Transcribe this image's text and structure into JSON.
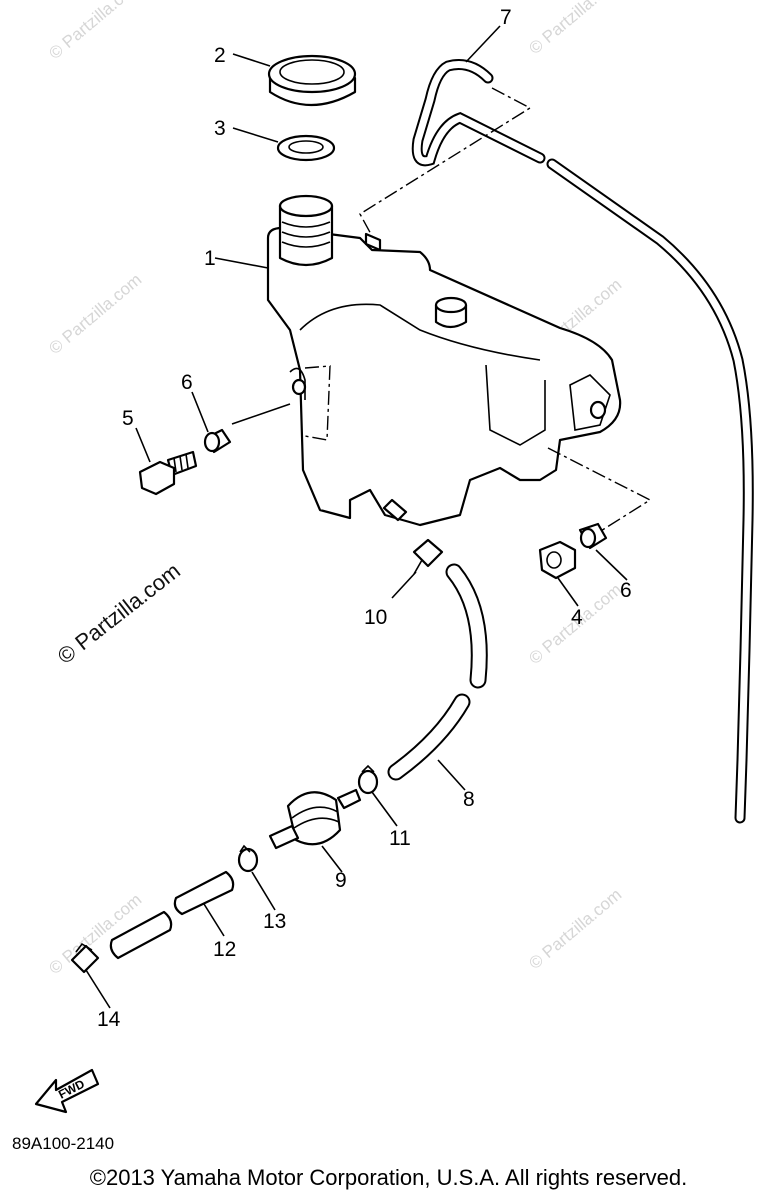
{
  "diagram": {
    "callouts": [
      "1",
      "2",
      "3",
      "4",
      "5",
      "6",
      "6",
      "7",
      "8",
      "9",
      "10",
      "11",
      "12",
      "13",
      "14"
    ],
    "fwd_label": "FWD",
    "watermark": "© Partzilla.com",
    "diagram_code": "89A100-2140",
    "copyright": "©2013 Yamaha Motor Corporation, U.S.A. All rights reserved."
  }
}
